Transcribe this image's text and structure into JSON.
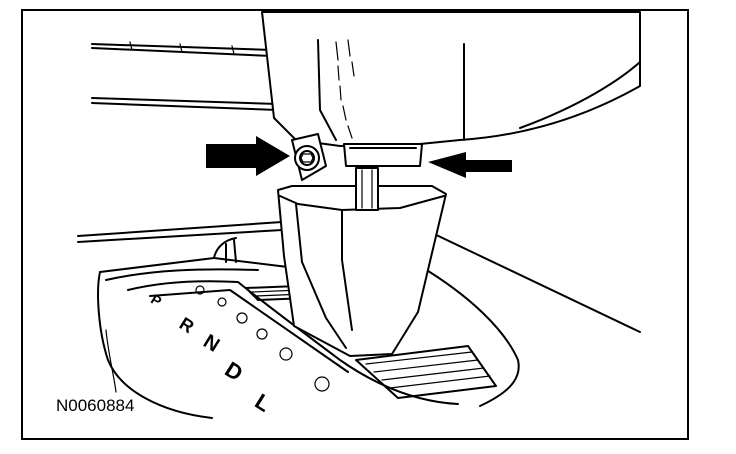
{
  "figure": {
    "reference_number": "N0060884",
    "gear_letters": [
      "P",
      "R",
      "N",
      "D",
      "L"
    ]
  },
  "colors": {
    "line": "#000000",
    "background": "#ffffff"
  }
}
